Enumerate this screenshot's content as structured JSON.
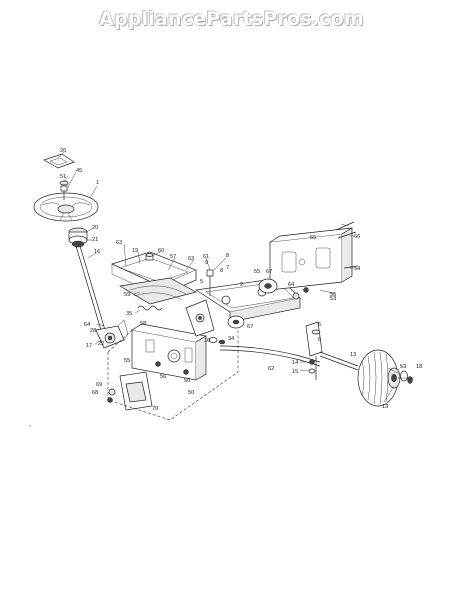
{
  "watermark": "AppliancePartsPros.com",
  "part_labels": [
    {
      "id": "p26",
      "text": "26"
    },
    {
      "id": "p51",
      "text": "51"
    },
    {
      "id": "p45",
      "text": "45"
    },
    {
      "id": "p1",
      "text": "1"
    },
    {
      "id": "p20",
      "text": "20"
    },
    {
      "id": "p21",
      "text": "21"
    },
    {
      "id": "p16",
      "text": "16"
    },
    {
      "id": "p63a",
      "text": "63"
    },
    {
      "id": "p19",
      "text": "19"
    },
    {
      "id": "p60",
      "text": "60"
    },
    {
      "id": "p57",
      "text": "57"
    },
    {
      "id": "p63b",
      "text": "63"
    },
    {
      "id": "p61",
      "text": "61"
    },
    {
      "id": "p8a",
      "text": "8"
    },
    {
      "id": "p8b",
      "text": "8"
    },
    {
      "id": "p7",
      "text": "7"
    },
    {
      "id": "p9",
      "text": "9"
    },
    {
      "id": "p59",
      "text": "59"
    },
    {
      "id": "p35",
      "text": "35"
    },
    {
      "id": "p58",
      "text": "58"
    },
    {
      "id": "p5",
      "text": "5"
    },
    {
      "id": "p2",
      "text": "2"
    },
    {
      "id": "p55a",
      "text": "55"
    },
    {
      "id": "p67a",
      "text": "67"
    },
    {
      "id": "p64a",
      "text": "64"
    },
    {
      "id": "p65",
      "text": "65"
    },
    {
      "id": "p66",
      "text": "66"
    },
    {
      "id": "p54",
      "text": "54"
    },
    {
      "id": "p55b",
      "text": "55"
    },
    {
      "id": "p67b",
      "text": "67"
    },
    {
      "id": "p64b",
      "text": "64"
    },
    {
      "id": "p28",
      "text": "28"
    },
    {
      "id": "p17",
      "text": "17"
    },
    {
      "id": "p22",
      "text": "22"
    },
    {
      "id": "p10",
      "text": "10"
    },
    {
      "id": "p34",
      "text": "34"
    },
    {
      "id": "p6a",
      "text": "6"
    },
    {
      "id": "p6b",
      "text": "6"
    },
    {
      "id": "p53a",
      "text": "53"
    },
    {
      "id": "p62",
      "text": "62"
    },
    {
      "id": "p14",
      "text": "14"
    },
    {
      "id": "p15",
      "text": "15"
    },
    {
      "id": "p13a",
      "text": "13"
    },
    {
      "id": "p13b",
      "text": "13"
    },
    {
      "id": "p53b",
      "text": "53"
    },
    {
      "id": "p18",
      "text": "18"
    },
    {
      "id": "p69",
      "text": "69"
    },
    {
      "id": "p68",
      "text": "68"
    },
    {
      "id": "p70",
      "text": "70"
    },
    {
      "id": "p50a",
      "text": "50"
    },
    {
      "id": "p50b",
      "text": "50"
    },
    {
      "id": "p55c",
      "text": "55"
    },
    {
      "id": "p56",
      "text": "56"
    }
  ]
}
